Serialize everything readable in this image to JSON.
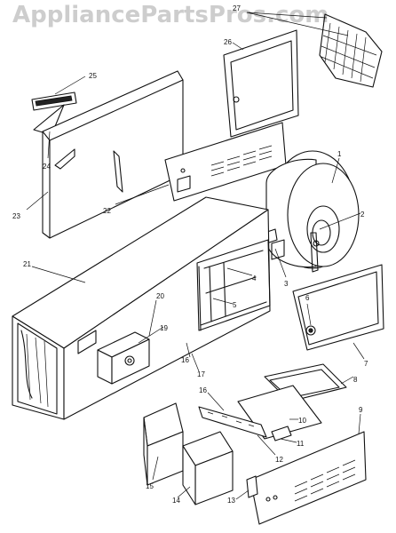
{
  "watermark": {
    "text": "AppliancePartsPros.com"
  },
  "callouts": [
    {
      "id": "1",
      "label": "1"
    },
    {
      "id": "2",
      "label": "2"
    },
    {
      "id": "3",
      "label": "3"
    },
    {
      "id": "4",
      "label": "4"
    },
    {
      "id": "5",
      "label": "5"
    },
    {
      "id": "6",
      "label": "6"
    },
    {
      "id": "7",
      "label": "7"
    },
    {
      "id": "8",
      "label": "8"
    },
    {
      "id": "9",
      "label": "9"
    },
    {
      "id": "10",
      "label": "10"
    },
    {
      "id": "11",
      "label": "11"
    },
    {
      "id": "12",
      "label": "12"
    },
    {
      "id": "13",
      "label": "13"
    },
    {
      "id": "14",
      "label": "14"
    },
    {
      "id": "15",
      "label": "15"
    },
    {
      "id": "16a",
      "label": "16"
    },
    {
      "id": "16b",
      "label": "16"
    },
    {
      "id": "17",
      "label": "17"
    },
    {
      "id": "19",
      "label": "19"
    },
    {
      "id": "20",
      "label": "20"
    },
    {
      "id": "21",
      "label": "21"
    },
    {
      "id": "22",
      "label": "22"
    },
    {
      "id": "23",
      "label": "23"
    },
    {
      "id": "24",
      "label": "24"
    },
    {
      "id": "25",
      "label": "25"
    },
    {
      "id": "26",
      "label": "26"
    },
    {
      "id": "27",
      "label": "27"
    }
  ],
  "colors": {
    "ink": "#111111",
    "background": "#ffffff",
    "watermark": "#c8c8c8"
  }
}
